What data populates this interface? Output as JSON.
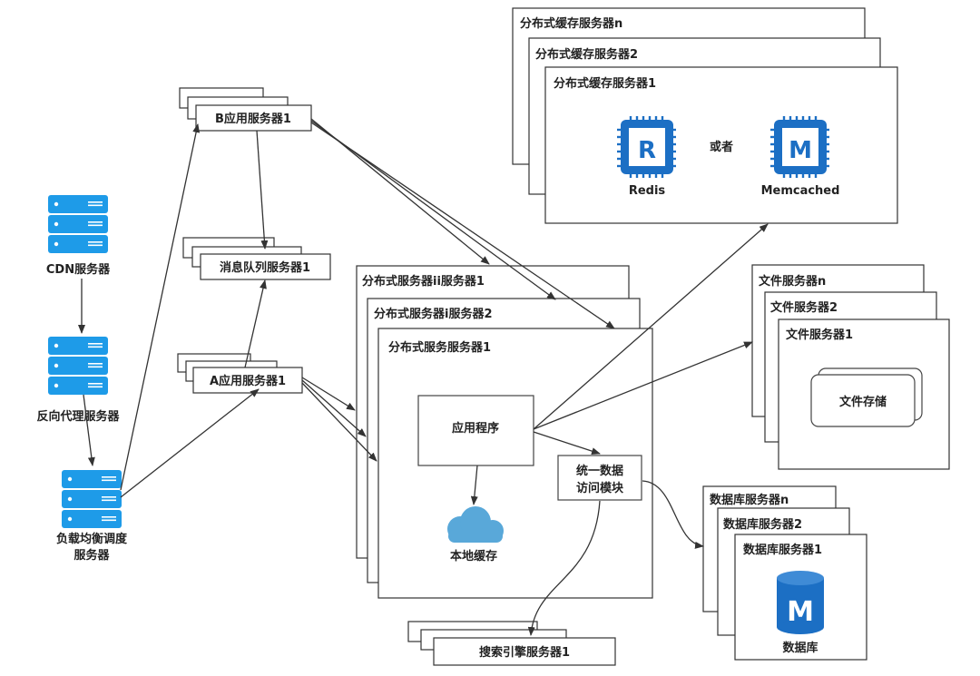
{
  "nodes": {
    "cdn": "CDN服务器",
    "reverse_proxy": "反向代理服务器",
    "load_balancer_line1": "负载均衡调度",
    "load_balancer_line2": "服务器",
    "app_b": "B应用服务器1",
    "app_a": "A应用服务器1",
    "mq": "消息队列服务器1",
    "cache_n": "分布式缓存服务器n",
    "cache_2": "分布式缓存服务器2",
    "cache_1": "分布式缓存服务器1",
    "redis": "Redis",
    "or": "或者",
    "memcached": "Memcached",
    "dist_ii": "分布式服务器ii服务器1",
    "dist_i": "分布式服务器i服务器2",
    "dist_1": "分布式服务服务器1",
    "app_program": "应用程序",
    "data_access_line1": "统一数据",
    "data_access_line2": "访问模块",
    "local_cache": "本地缓存",
    "file_n": "文件服务器n",
    "file_2": "文件服务器2",
    "file_1": "文件服务器1",
    "file_storage": "文件存储",
    "db_n": "数据库服务器n",
    "db_2": "数据库服务器2",
    "db_1": "数据库服务器1",
    "database": "数据库",
    "search": "搜索引擎服务器1"
  },
  "icons": {
    "redis_letter": "R",
    "memcached_letter": "M",
    "database_letter": "M"
  },
  "colors": {
    "server_icon": "#1e9be8",
    "chip_icon": "#1c6fc4",
    "cloud_icon": "#59a8d9",
    "db_icon": "#1c6fc4"
  }
}
